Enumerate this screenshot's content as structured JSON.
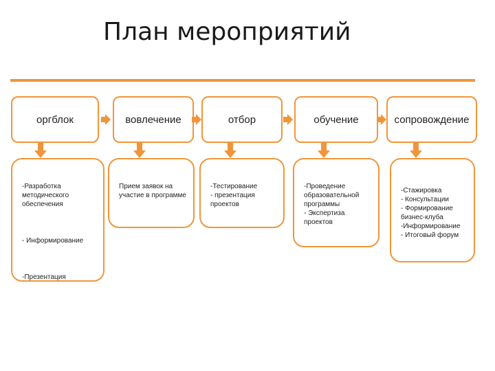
{
  "title": "План мероприятий",
  "colors": {
    "accent": "#f0953a",
    "text": "#222222"
  },
  "stages": [
    {
      "label": "оргблок",
      "items": [
        "-Разработка методического обеспечения",
        "- Информирование",
        "-Презентация"
      ]
    },
    {
      "label": "вовлечение",
      "items": [
        "Прием заявок на участие в программе"
      ]
    },
    {
      "label": "отбор",
      "items": [
        "-Тестирование\n- презентация проектов"
      ]
    },
    {
      "label": "обучение",
      "items": [
        "-Проведение образовательной программы\n- Экспертиза проектов"
      ]
    },
    {
      "label": "сопровождение",
      "items": [
        "-Стажировка\n- Консультации\n- Формирование бизнес-клуба\n-Информирование\n- Итоговый форум"
      ]
    }
  ]
}
